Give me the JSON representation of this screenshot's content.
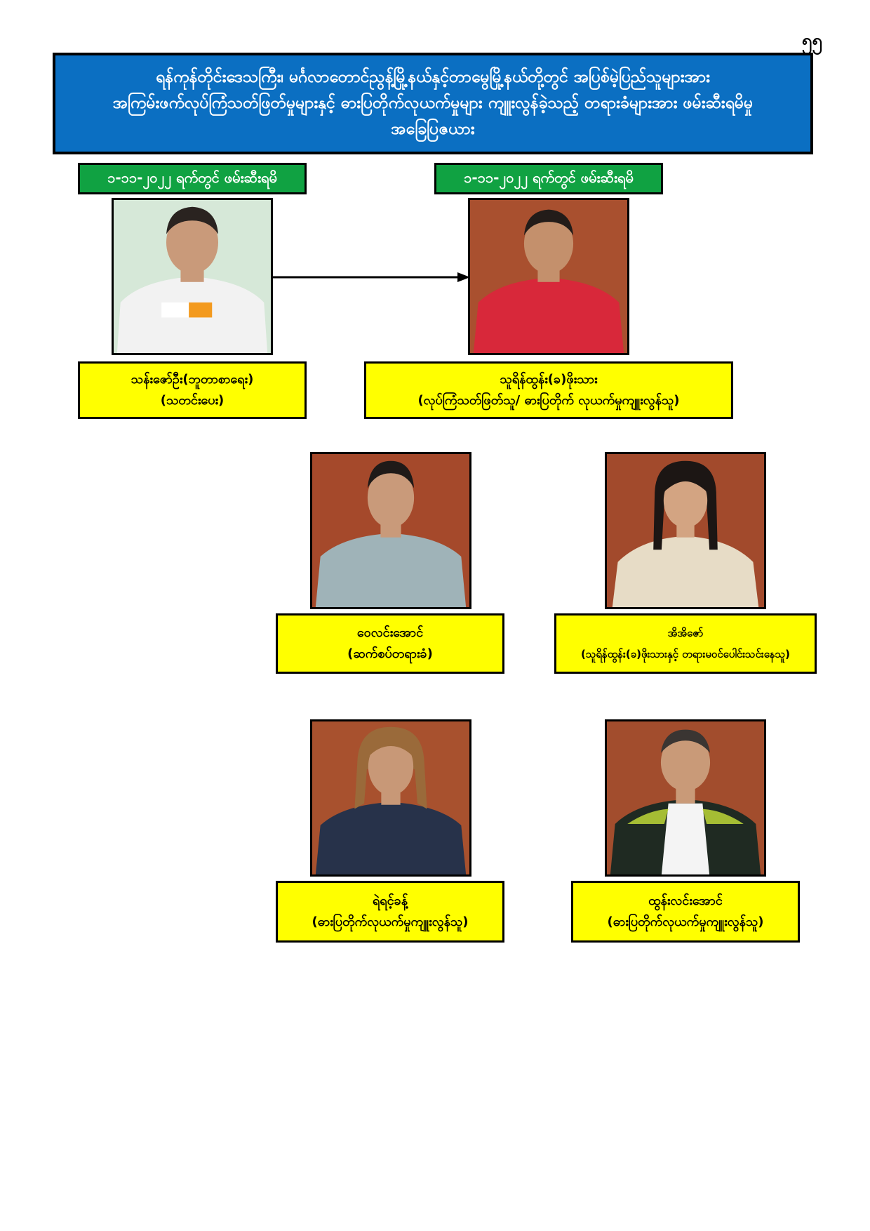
{
  "page_number": "၅၅",
  "title": {
    "line1": "ရန်ကုန်တိုင်းဒေသကြီး၊ မင်္ဂလာတောင်ညွန့်မြို့နယ်နှင့်တာမွေမြို့နယ်တို့တွင် အပြစ်မဲ့ပြည်သူများအား",
    "line2": "အကြမ်းဖက်လုပ်ကြံသတ်ဖြတ်မှုများနှင့် ဓားပြတိုက်လုယက်မှုများ ကျူးလွန်ခဲ့သည့် တရားခံများအား ဖမ်းဆီးရမိမှု",
    "line3": "အခြေပြဇယား"
  },
  "arrest_dates": {
    "left": "၁-၁၁-၂၀၂၂ ရက်တွင် ဖမ်းဆီးရမိ",
    "right": "၁-၁၁-၂၀၂၂ ရက်တွင် ဖမ်းဆီးရမိ"
  },
  "persons": {
    "p1": {
      "name": "သန်းဇော်ဦး(ဘူတာစာရေး)",
      "role": "(သတင်းပေး)"
    },
    "p2": {
      "name": "သူရိန်ထွန်း(ခ)ဖိုးသား",
      "role": "(လုပ်ကြံသတ်ဖြတ်သူ/ ဓားပြတိုက် လုယက်မှုကျူးလွန်သူ)"
    },
    "p3": {
      "name": "ဝေလင်းအောင်",
      "role": "(ဆက်စပ်တရားခံ)"
    },
    "p4": {
      "name": "အိအိဇော်",
      "role": "(သူရိန်ထွန်း(ခ)ဖိုးသားနှင့် တရားမဝင်ပေါင်းသင်းနေသူ)"
    },
    "p5": {
      "name": "ရဲရင့်ခန့်",
      "role": "(ဓားပြတိုက်လုယက်မှုကျူးလွန်သူ)"
    },
    "p6": {
      "name": "ထွန်းလင်းအောင်",
      "role": "(ဓားပြတိုက်လုယက်မှုကျူးလွန်သူ)"
    }
  },
  "colors": {
    "title_bg": "#0b6fc2",
    "date_badge_bg": "#10a242",
    "name_box_bg": "#ffff00",
    "wood_bg": "#a0452a"
  }
}
